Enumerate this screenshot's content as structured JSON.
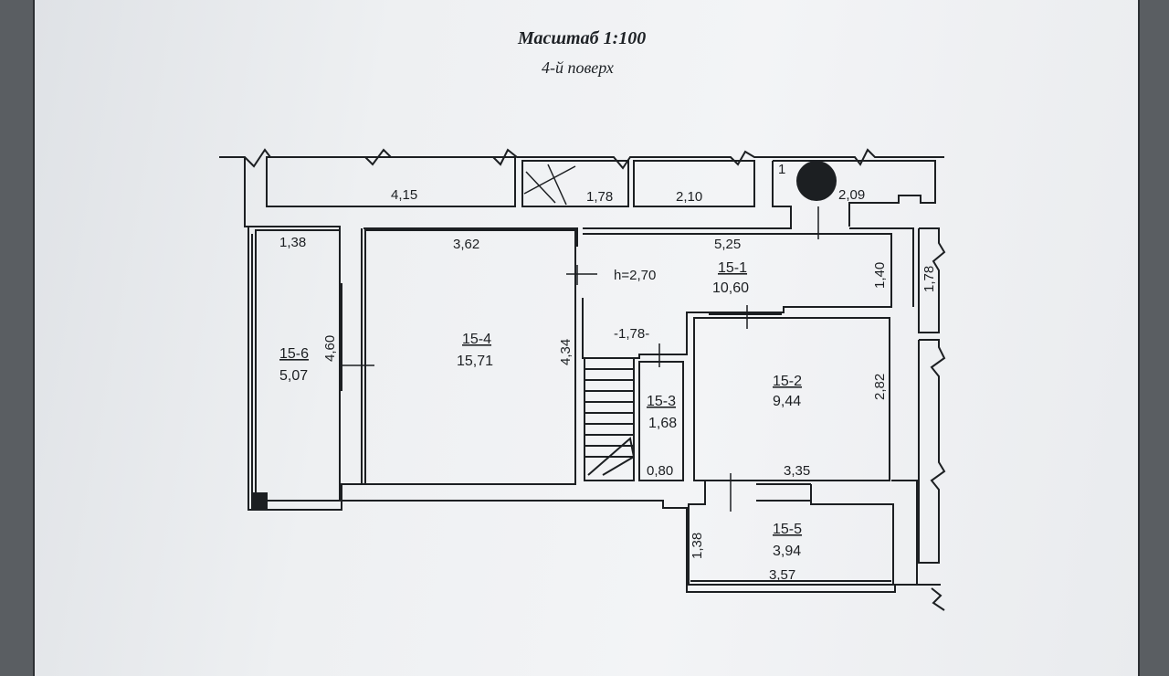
{
  "header": {
    "scale": "Масштаб 1:100",
    "floor": "4-й поверх"
  },
  "rooms": {
    "r1": {
      "id": "15-1",
      "area": "10,60"
    },
    "r2": {
      "id": "15-2",
      "area": "9,44"
    },
    "r3": {
      "id": "15-3",
      "area": "1,68"
    },
    "r4": {
      "id": "15-4",
      "area": "15,71"
    },
    "r5": {
      "id": "15-5",
      "area": "3,94"
    },
    "r6": {
      "id": "15-6",
      "area": "5,07"
    }
  },
  "dims": {
    "d415": "4,15",
    "d178a": "1,78",
    "d210": "2,10",
    "d209": "2,09",
    "d1": "1",
    "d138a": "1,38",
    "d362": "3,62",
    "d525": "5,25",
    "h": "h=2,70",
    "d140": "1,40",
    "d178b": "1,78",
    "d460": "4,60",
    "d434": "4,34",
    "d178c": "-1,78-",
    "d282": "2,82",
    "d080": "0,80",
    "d335": "3,35",
    "d138b": "1,38",
    "d357": "3,57"
  },
  "colors": {
    "ink": "#1c1f22",
    "paper": "#eef0f2",
    "background": "#5a5e62"
  }
}
